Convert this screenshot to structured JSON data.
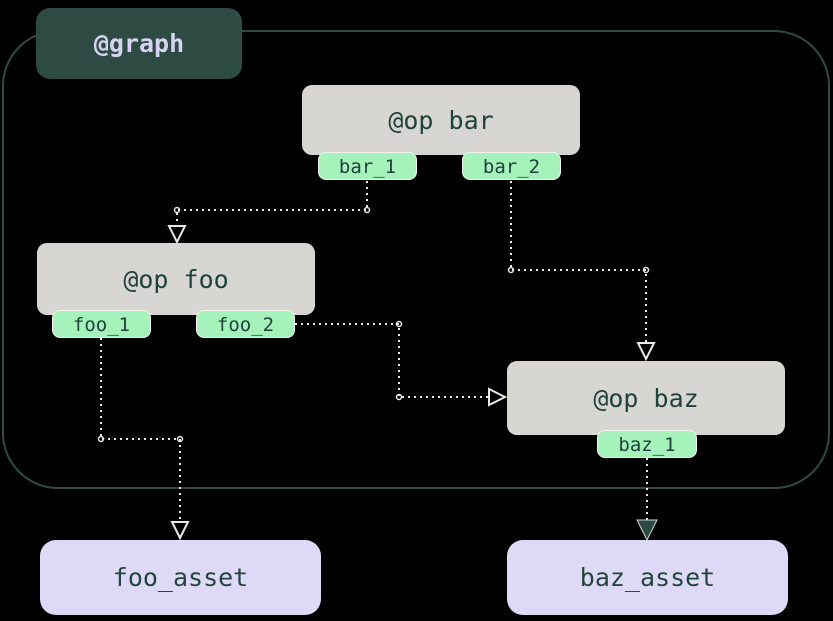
{
  "graph": {
    "label": "@graph"
  },
  "ops": [
    {
      "id": "bar",
      "label": "@op bar",
      "outputs": [
        "bar_1",
        "bar_2"
      ]
    },
    {
      "id": "foo",
      "label": "@op foo",
      "outputs": [
        "foo_1",
        "foo_2"
      ]
    },
    {
      "id": "baz",
      "label": "@op baz",
      "outputs": [
        "baz_1"
      ]
    }
  ],
  "assets": [
    {
      "id": "foo_asset",
      "label": "foo_asset"
    },
    {
      "id": "baz_asset",
      "label": "baz_asset"
    }
  ],
  "edges": [
    {
      "from": "bar_1",
      "to": "foo"
    },
    {
      "from": "bar_2",
      "to": "baz"
    },
    {
      "from": "foo_2",
      "to": "baz"
    },
    {
      "from": "foo_1",
      "to": "foo_asset"
    },
    {
      "from": "baz_1",
      "to": "baz_asset"
    }
  ],
  "colors": {
    "background": "#000000",
    "boundary_stroke": "#2e4a43",
    "graph_label_bg": "#2d4a43",
    "graph_label_text": "#d7d3f2",
    "op_bg": "#d8d6d3",
    "op_text": "#1f4339",
    "output_bg": "#a5f2bb",
    "output_text": "#1f4339",
    "asset_bg": "#ded9f7",
    "asset_text": "#24453c",
    "edge_stroke": "#e8e8e8",
    "filled_arrow": "#2d4a43"
  }
}
